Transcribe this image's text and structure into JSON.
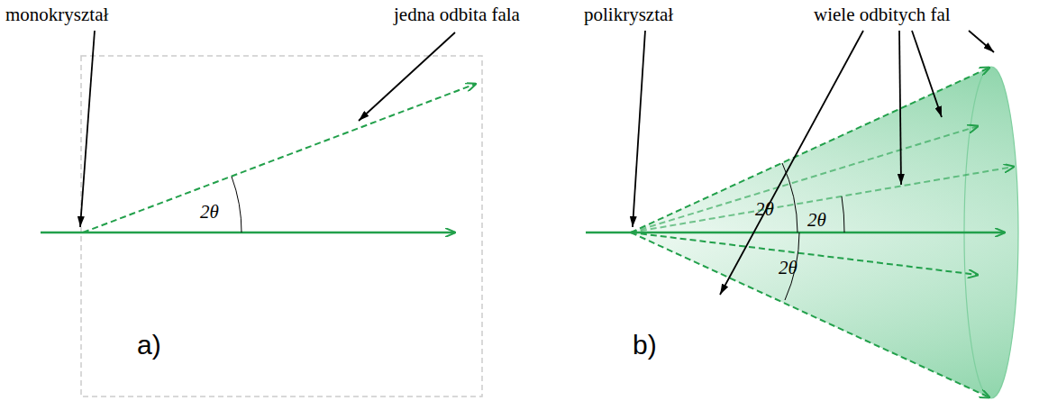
{
  "diagram": {
    "labels": [
      "monokryształ",
      "jedna odbita fala",
      "2θ",
      "a)",
      "polikryształ",
      "wiele odbitych fal",
      "2θ",
      "2θ",
      "2θ",
      "b)"
    ]
  }
}
